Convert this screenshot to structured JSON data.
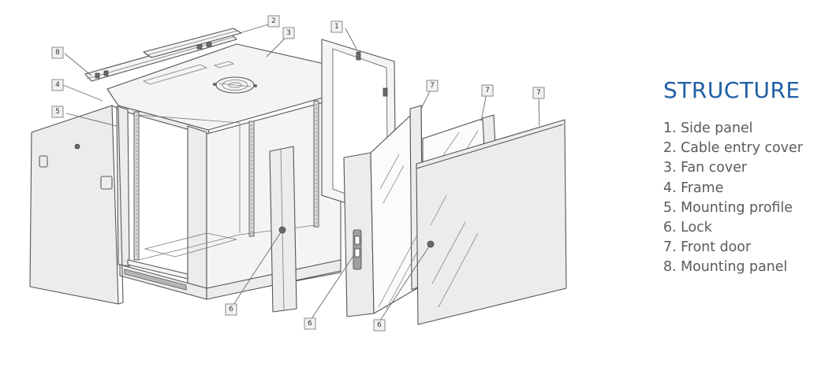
{
  "legend": {
    "title": "STRUCTURE",
    "items": [
      "1. Side panel",
      "2. Cable entry cover",
      "3. Fan cover",
      "4. Frame",
      "5. Mounting profile",
      "6. Lock",
      "7. Front door",
      "8. Mounting panel"
    ]
  },
  "callouts": {
    "c1": "1",
    "c2": "2",
    "c3": "3",
    "c4": "4",
    "c5": "5",
    "c6a": "6",
    "c6b": "6",
    "c6c": "6",
    "c7a": "7",
    "c7b": "7",
    "c7c": "7",
    "c8": "8"
  },
  "colors": {
    "title": "#1f5fa6",
    "legend_text": "#5a5a5a",
    "line_art": "#555555"
  }
}
